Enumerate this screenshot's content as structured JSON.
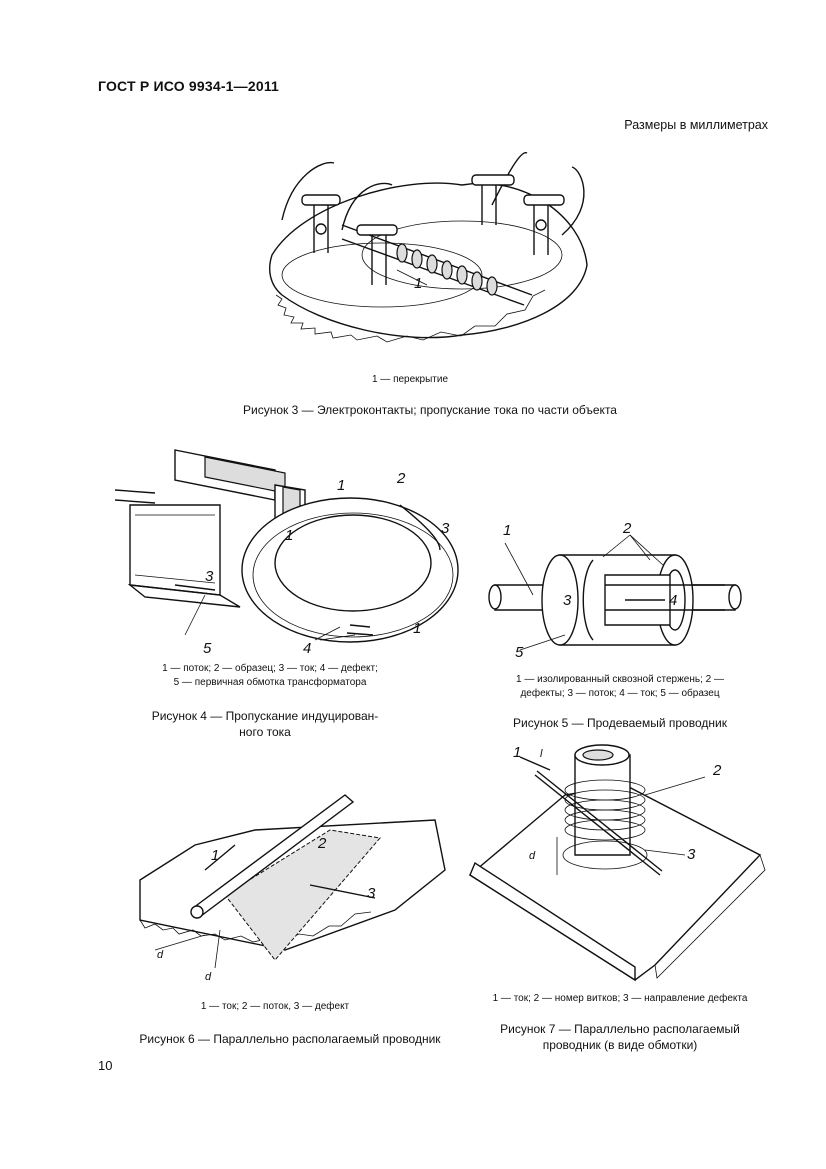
{
  "header": {
    "doc_id": "ГОСТ Р ИСО 9934-1—2011",
    "units_note": "Размеры в миллиметрах"
  },
  "figure3": {
    "legend": "1 — перекрытие",
    "caption": "Рисунок 3 — Электроконтакты; пропускание тока по части объекта",
    "labels": [
      "1"
    ]
  },
  "figure4": {
    "legend_line1": "1 — поток; 2 — образец; 3 — ток; 4 — дефект;",
    "legend_line2": "5 — первичная обмотка трансформатора",
    "caption_line1": "Рисунок 4 — Пропускание индуцирован-",
    "caption_line2": "ного тока",
    "labels": [
      "1",
      "2",
      "3",
      "4",
      "5",
      "1",
      "3",
      "1"
    ]
  },
  "figure5": {
    "legend_line1": "1 — изолированный сквозной стержень; 2 —",
    "legend_line2": "дефекты; 3 — поток; 4 — ток; 5 — образец",
    "caption": "Рисунок 5 — Продеваемый проводник",
    "labels": [
      "1",
      "2",
      "3",
      "4",
      "5"
    ]
  },
  "figure6": {
    "legend": "1 — ток; 2 — поток, 3 — дефект",
    "caption": "Рисунок 6 — Параллельно располагаемый проводник",
    "labels": [
      "1",
      "2",
      "3",
      "d",
      "d"
    ]
  },
  "figure7": {
    "legend": "1 — ток; 2 — номер витков; 3 — направление дефекта",
    "caption_line1": "Рисунок 7 — Параллельно располагаемый",
    "caption_line2": "проводник (в виде обмотки)",
    "labels": [
      "1",
      "l",
      "2",
      "d",
      "3"
    ]
  },
  "footer": {
    "page_number": "10"
  }
}
